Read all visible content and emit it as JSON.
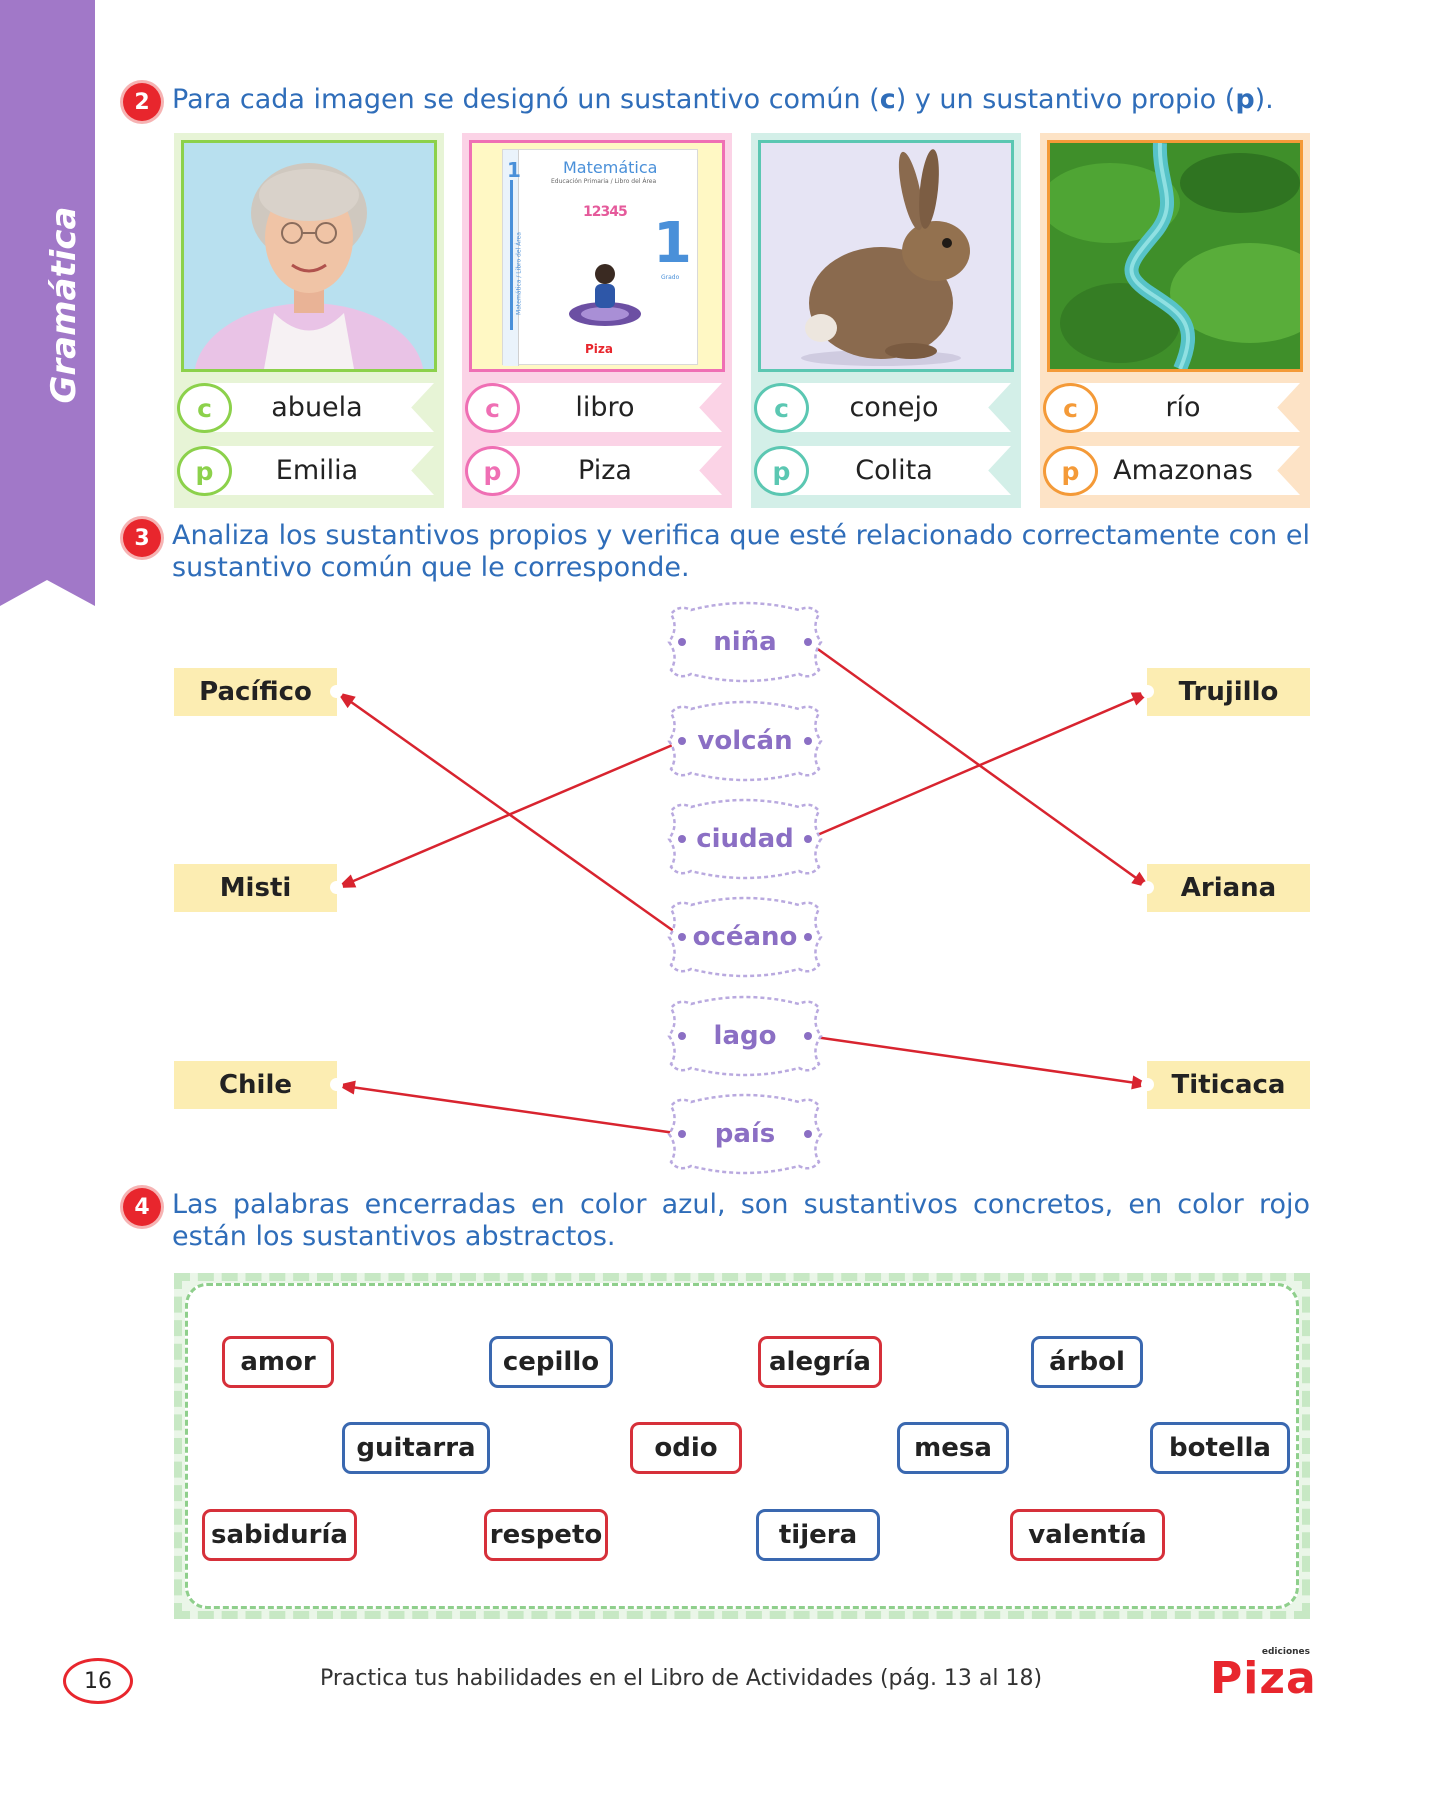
{
  "section": {
    "label": "Gramática"
  },
  "exercise2": {
    "number": "2",
    "text_parts": [
      "Para cada imagen se designó un sustantivo común (",
      "c",
      ") y un sustantivo propio (",
      "p",
      ")."
    ],
    "cards": [
      {
        "common_letter": "c",
        "common": "abuela",
        "proper_letter": "p",
        "proper": "Emilia",
        "color": "#8cd14b",
        "bg": "#e7f4d6",
        "picture": "grandmother-photo"
      },
      {
        "common_letter": "c",
        "common": "libro",
        "proper_letter": "p",
        "proper": "Piza",
        "color": "#ef6fb4",
        "bg": "#fbd3e6",
        "picture": "book-cover"
      },
      {
        "common_letter": "c",
        "common": "conejo",
        "proper_letter": "p",
        "proper": "Colita",
        "color": "#5bc7b2",
        "bg": "#d3efe8",
        "picture": "rabbit-photo"
      },
      {
        "common_letter": "c",
        "common": "río",
        "proper_letter": "p",
        "proper": "Amazonas",
        "color": "#f49a38",
        "bg": "#fde3c6",
        "picture": "river-photo"
      }
    ],
    "book": {
      "title": "Matemática",
      "subtitle": "Educación Primaria / Libro del Área",
      "grade_num": "1",
      "grade_word": "Grado",
      "numbers": "12345",
      "spine_text": "Matemática / Libro del Área",
      "brand": "Piza"
    }
  },
  "exercise3": {
    "number": "3",
    "text": "Analiza los sustantivos propios y verifica que esté relacionado correctamente con el sustantivo común que le corresponde.",
    "left_labels": [
      "Pacífico",
      "Misti",
      "Chile"
    ],
    "right_labels": [
      "Trujillo",
      "Ariana",
      "Titicaca"
    ],
    "common_words": [
      "niña",
      "volcán",
      "ciudad",
      "océano",
      "lago",
      "país"
    ],
    "connections": [
      {
        "from": "niña",
        "to": "Ariana"
      },
      {
        "from": "volcán",
        "to": "Misti"
      },
      {
        "from": "ciudad",
        "to": "Trujillo"
      },
      {
        "from": "océano",
        "to": "Pacífico"
      },
      {
        "from": "lago",
        "to": "Titicaca"
      },
      {
        "from": "país",
        "to": "Chile"
      }
    ],
    "line_color": "#d8242f"
  },
  "exercise4": {
    "number": "4",
    "text": "Las palabras encerradas en color azul, son sustantivos concretos, en color rojo están los sustantivos abstractos.",
    "colors": {
      "concrete": "#3a68b0",
      "abstract": "#d6303a"
    },
    "words": [
      {
        "word": "amor",
        "kind": "abstract"
      },
      {
        "word": "cepillo",
        "kind": "concrete"
      },
      {
        "word": "alegría",
        "kind": "abstract"
      },
      {
        "word": "árbol",
        "kind": "concrete"
      },
      {
        "word": "guitarra",
        "kind": "concrete"
      },
      {
        "word": "odio",
        "kind": "abstract"
      },
      {
        "word": "mesa",
        "kind": "concrete"
      },
      {
        "word": "botella",
        "kind": "concrete"
      },
      {
        "word": "sabiduría",
        "kind": "abstract"
      },
      {
        "word": "respeto",
        "kind": "abstract"
      },
      {
        "word": "tijera",
        "kind": "concrete"
      },
      {
        "word": "valentía",
        "kind": "abstract"
      }
    ]
  },
  "footer": {
    "page_number": "16",
    "text": "Practica tus habilidades en el Libro de Actividades (pág. 13 al 18)",
    "brand_small": "ediciones",
    "brand": "Piza"
  }
}
